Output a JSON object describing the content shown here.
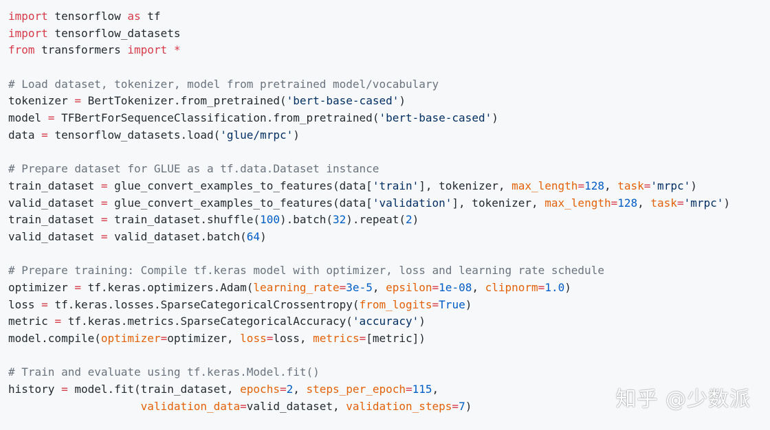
{
  "code": {
    "l1": {
      "kw": "import",
      "name": " tensorflow ",
      "kw2": "as",
      "name2": " tf"
    },
    "l2": {
      "kw": "import",
      "name": " tensorflow_datasets"
    },
    "l3": {
      "kw": "from",
      "name": " transformers ",
      "kw2": "import",
      "star": " *"
    },
    "l5": {
      "comment": "# Load dataset, tokenizer, model from pretrained model/vocabulary"
    },
    "l6": {
      "a": "tokenizer ",
      "op": "=",
      "b": " BertTokenizer.from_pretrained(",
      "s": "'bert-base-cased'",
      "c": ")"
    },
    "l7": {
      "a": "model ",
      "op": "=",
      "b": " TFBertForSequenceClassification.from_pretrained(",
      "s": "'bert-base-cased'",
      "c": ")"
    },
    "l8": {
      "a": "data ",
      "op": "=",
      "b": " tensorflow_datasets.load(",
      "s": "'glue/mrpc'",
      "c": ")"
    },
    "l10": {
      "comment": "# Prepare dataset for GLUE as a tf.data.Dataset instance"
    },
    "l11": {
      "a": "train_dataset ",
      "op": "=",
      "b": " glue_convert_examples_to_features(data[",
      "s": "'train'",
      "c": "], tokenizer, ",
      "p1": "max_length",
      "e1": "=",
      "n1": "128",
      "d": ", ",
      "p2": "task",
      "e2": "=",
      "s2": "'mrpc'",
      "f": ")"
    },
    "l12": {
      "a": "valid_dataset ",
      "op": "=",
      "b": " glue_convert_examples_to_features(data[",
      "s": "'validation'",
      "c": "], tokenizer, ",
      "p1": "max_length",
      "e1": "=",
      "n1": "128",
      "d": ", ",
      "p2": "task",
      "e2": "=",
      "s2": "'mrpc'",
      "f": ")"
    },
    "l13": {
      "a": "train_dataset ",
      "op": "=",
      "b": " train_dataset.shuffle(",
      "n1": "100",
      "c": ").batch(",
      "n2": "32",
      "d": ").repeat(",
      "n3": "2",
      "f": ")"
    },
    "l14": {
      "a": "valid_dataset ",
      "op": "=",
      "b": " valid_dataset.batch(",
      "n1": "64",
      "c": ")"
    },
    "l16": {
      "comment": "# Prepare training: Compile tf.keras model with optimizer, loss and learning rate schedule"
    },
    "l17": {
      "a": "optimizer ",
      "op": "=",
      "b": " tf.keras.optimizers.Adam(",
      "p1": "learning_rate",
      "e1": "=",
      "n1": "3e-5",
      "c": ", ",
      "p2": "epsilon",
      "e2": "=",
      "n2": "1e-08",
      "d": ", ",
      "p3": "clipnorm",
      "e3": "=",
      "n3": "1.0",
      "f": ")"
    },
    "l18": {
      "a": "loss ",
      "op": "=",
      "b": " tf.keras.losses.SparseCategoricalCrossentropy(",
      "p1": "from_logits",
      "e1": "=",
      "n1": "True",
      "c": ")"
    },
    "l19": {
      "a": "metric ",
      "op": "=",
      "b": " tf.keras.metrics.SparseCategoricalAccuracy(",
      "s": "'accuracy'",
      "c": ")"
    },
    "l20": {
      "a": "model.compile(",
      "p1": "optimizer",
      "e1": "=",
      "b": "optimizer, ",
      "p2": "loss",
      "e2": "=",
      "c": "loss, ",
      "p3": "metrics",
      "e3": "=",
      "d": "[metric])"
    },
    "l22": {
      "comment": "# Train and evaluate using tf.keras.Model.fit()"
    },
    "l23": {
      "a": "history ",
      "op": "=",
      "b": " model.fit(train_dataset, ",
      "p1": "epochs",
      "e1": "=",
      "n1": "2",
      "c": ", ",
      "p2": "steps_per_epoch",
      "e2": "=",
      "n2": "115",
      "d": ","
    },
    "l24": {
      "indent": "                    ",
      "p1": "validation_data",
      "e1": "=",
      "b": "valid_dataset, ",
      "p2": "validation_steps",
      "e2": "=",
      "n1": "7",
      "c": ")"
    }
  },
  "watermark": "知乎 @少数派",
  "colors": {
    "keyword": "#d73a49",
    "comment": "#6a737d",
    "string": "#032f62",
    "number": "#005cc5",
    "param": "#e36209",
    "text": "#24292e",
    "background": "#f6f8fa"
  }
}
